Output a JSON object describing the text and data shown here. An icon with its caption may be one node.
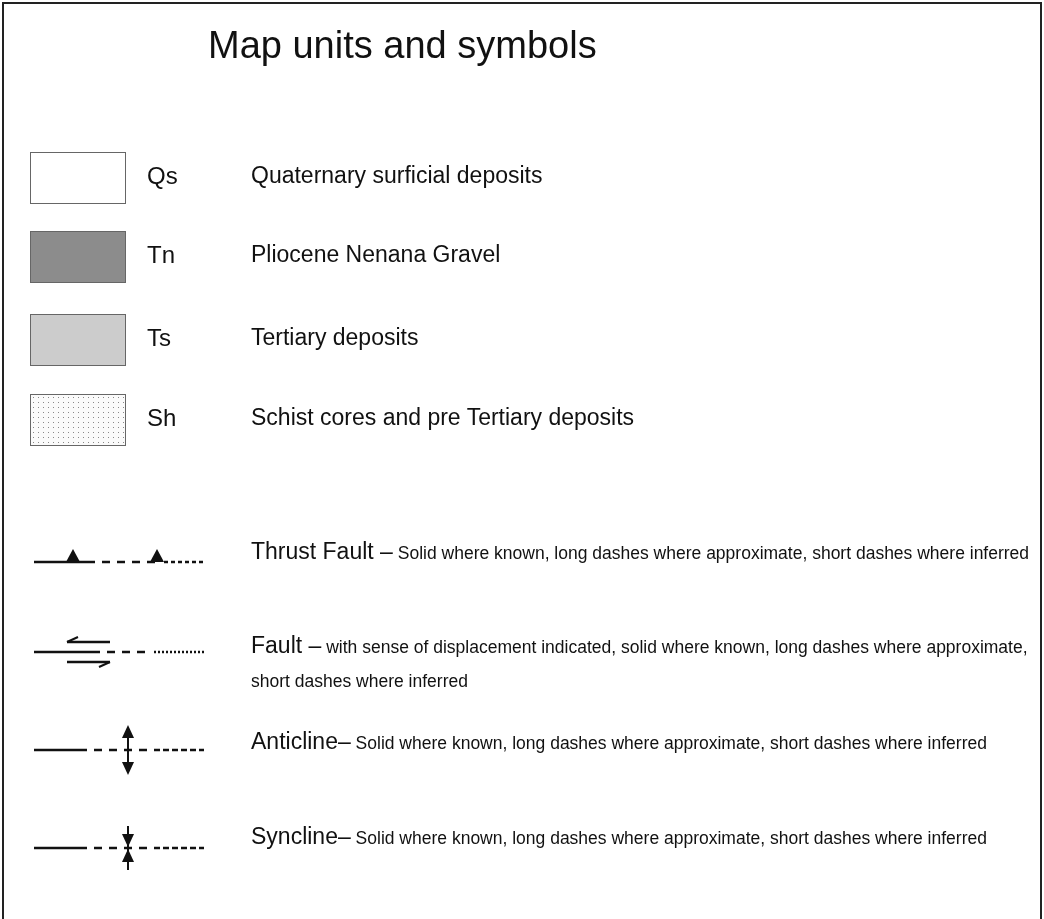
{
  "diagram": {
    "title": "Map units and symbols",
    "labels": [
      "Qs",
      "Tn",
      "Ts",
      "Sh"
    ],
    "legend": [
      {
        "text": "Quaternary surficial deposits",
        "color": "#ffffff"
      },
      {
        "text": "Pliocene Nenana Gravel",
        "color": "#8c8c8c"
      },
      {
        "text": "Tertiary deposits",
        "color": "#cccccc"
      },
      {
        "text": "Schist cores and pre Tertiary deposits"
      },
      {
        "text": "**Thrust Fault –** Solid where known, long dashes where approximate, short dashes where inferred"
      },
      {
        "text": "**Fault –** with sense of displacement indicated, solid where known, long dashes where approximate, short dashes where inferred"
      },
      {
        "text": "**Anticline–** Solid where known, long dashes where approximate, short dashes where inferred"
      },
      {
        "text": "**Syncline–** Solid where known, long dashes where approximate, short dashes where inferred"
      }
    ]
  }
}
